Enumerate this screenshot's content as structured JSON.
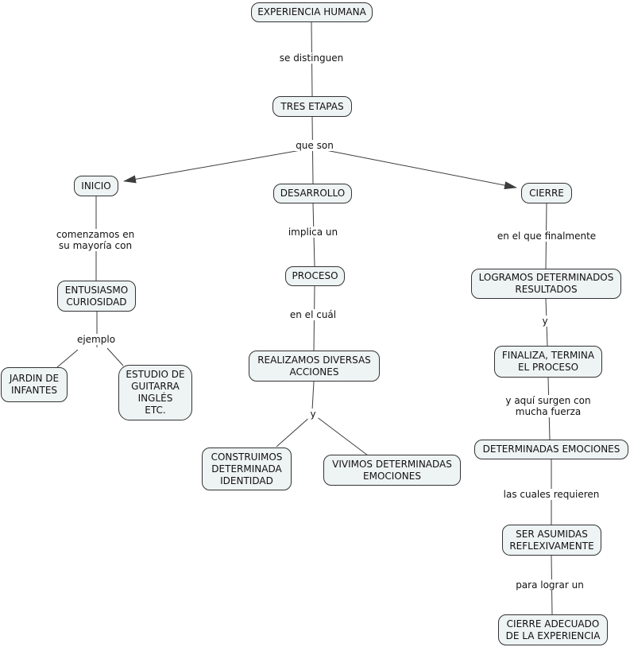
{
  "diagram": {
    "title": "EXPERIENCIA HUMANA concept map",
    "colors": {
      "node_fill": "#eef3f4",
      "node_border": "#333333",
      "line": "#3d3d3d",
      "text": "#111111",
      "background": "#ffffff"
    },
    "nodes": {
      "experiencia": {
        "label": "EXPERIENCIA HUMANA"
      },
      "tres_etapas": {
        "label": "TRES ETAPAS"
      },
      "inicio": {
        "label": "INICIO"
      },
      "desarrollo": {
        "label": "DESARROLLO"
      },
      "cierre": {
        "label": "CIERRE"
      },
      "entusiasmo": {
        "label": "ENTUSIASMO\nCURIOSIDAD"
      },
      "jardin": {
        "label": "JARDIN DE\nINFANTES"
      },
      "estudio": {
        "label": "ESTUDIO DE\nGUITARRA\nINGLÉS\nETC."
      },
      "proceso": {
        "label": "PROCESO"
      },
      "realizamos": {
        "label": "REALIZAMOS DIVERSAS\nACCIONES"
      },
      "construimos": {
        "label": "CONSTRUIMOS\nDETERMINADA\nIDENTIDAD"
      },
      "vivimos": {
        "label": "VIVIMOS DETERMINADAS\nEMOCIONES"
      },
      "logramos": {
        "label": "LOGRAMOS DETERMINADOS\nRESULTADOS"
      },
      "finaliza": {
        "label": "FINALIZA, TERMINA\nEL PROCESO"
      },
      "determinadas": {
        "label": "DETERMINADAS EMOCIONES"
      },
      "ser_asumidas": {
        "label": "SER ASUMIDAS\nREFLEXIVAMENTE"
      },
      "cierre_adecuado": {
        "label": "CIERRE ADECUADO\nDE LA EXPERIENCIA"
      }
    },
    "link_labels": {
      "se_distinguen": {
        "label": "se distinguen"
      },
      "que_son": {
        "label": "que son"
      },
      "comenzamos": {
        "label": "comenzamos en\nsu mayoría con"
      },
      "ejemplo": {
        "label": "ejemplo"
      },
      "implica_un": {
        "label": "implica un"
      },
      "en_el_cual": {
        "label": "en el cuál"
      },
      "y_mid": {
        "label": "y"
      },
      "en_el_que": {
        "label": "en el que finalmente"
      },
      "y_right": {
        "label": "y"
      },
      "y_aqui": {
        "label": "y aquí surgen con\nmucha fuerza"
      },
      "las_cuales": {
        "label": "las cuales requieren"
      },
      "para_lograr": {
        "label": "para lograr un"
      }
    }
  }
}
